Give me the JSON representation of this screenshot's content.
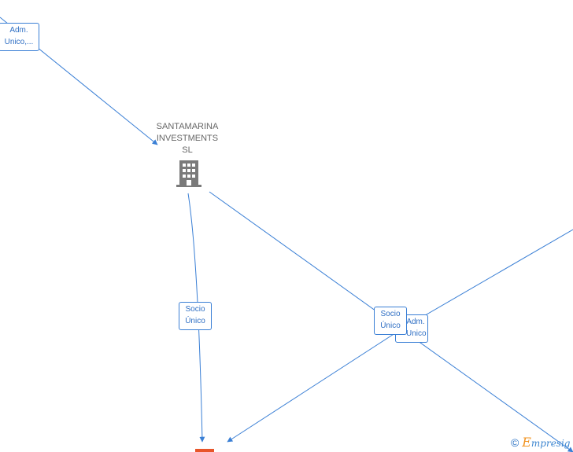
{
  "diagram": {
    "nodes": [
      {
        "id": "santamarina",
        "label_lines": [
          "SANTAMARINA",
          "INVESTMENTS",
          "SL"
        ],
        "icon": "building-icon",
        "color": "#7a7a7a"
      },
      {
        "id": "target-company",
        "icon": "building-icon",
        "color": "#e8552a"
      }
    ],
    "edges": [
      {
        "id": "edge-adm-top",
        "label_lines": [
          "Adm.",
          "Unico,..."
        ]
      },
      {
        "id": "edge-socio-left",
        "label_lines": [
          "Socio",
          "Único"
        ]
      },
      {
        "id": "edge-adm-right",
        "label_lines": [
          "Adm.",
          "Unico"
        ]
      },
      {
        "id": "edge-socio-right",
        "label_lines": [
          "Socio",
          "Único"
        ]
      }
    ],
    "colors": {
      "edge": "#3a7fd5",
      "label_text": "#2f6fc4",
      "node_text": "#666666"
    }
  },
  "watermark": {
    "copyright": "©",
    "brand_initial": "E",
    "brand_rest": "mpresig"
  }
}
